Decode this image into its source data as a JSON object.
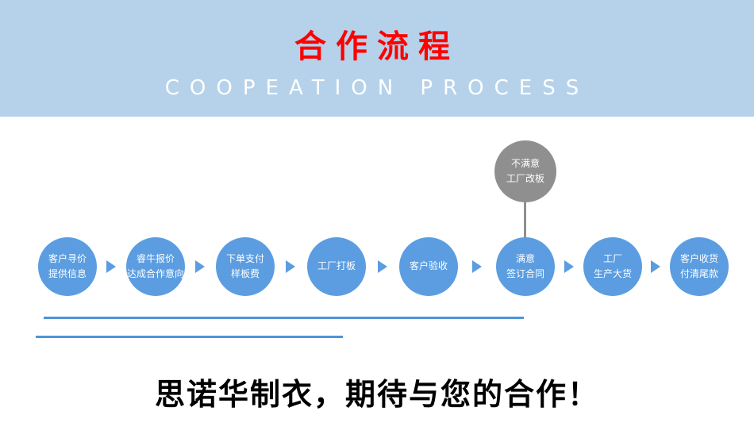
{
  "colors": {
    "banner-bg": "#b5d2ea",
    "title-red": "#fe0000",
    "circle-blue": "#5b9de0",
    "circle-gray": "#8f8f8f",
    "line-blue": "#4d94d8"
  },
  "banner": {
    "title": "合作流程",
    "subtitle": "COOPEATION PROCESS"
  },
  "flow": {
    "reject": {
      "line1": "不满意",
      "line2": "工厂改板"
    },
    "steps": [
      {
        "line1": "客户寻价",
        "line2": "提供信息"
      },
      {
        "line1": "睿牛报价",
        "line2": "达成合作意向"
      },
      {
        "line1": "下单支付",
        "line2": "样板费"
      },
      {
        "line1": "工厂打板",
        "line2": ""
      },
      {
        "line1": "客户验收",
        "line2": ""
      },
      {
        "line1": "满意",
        "line2": "签订合同"
      },
      {
        "line1": "工厂",
        "line2": "生产大货"
      },
      {
        "line1": "客户收货",
        "line2": "付清尾款"
      }
    ]
  },
  "footer": {
    "slogan": "思诺华制衣，期待与您的合作！"
  }
}
